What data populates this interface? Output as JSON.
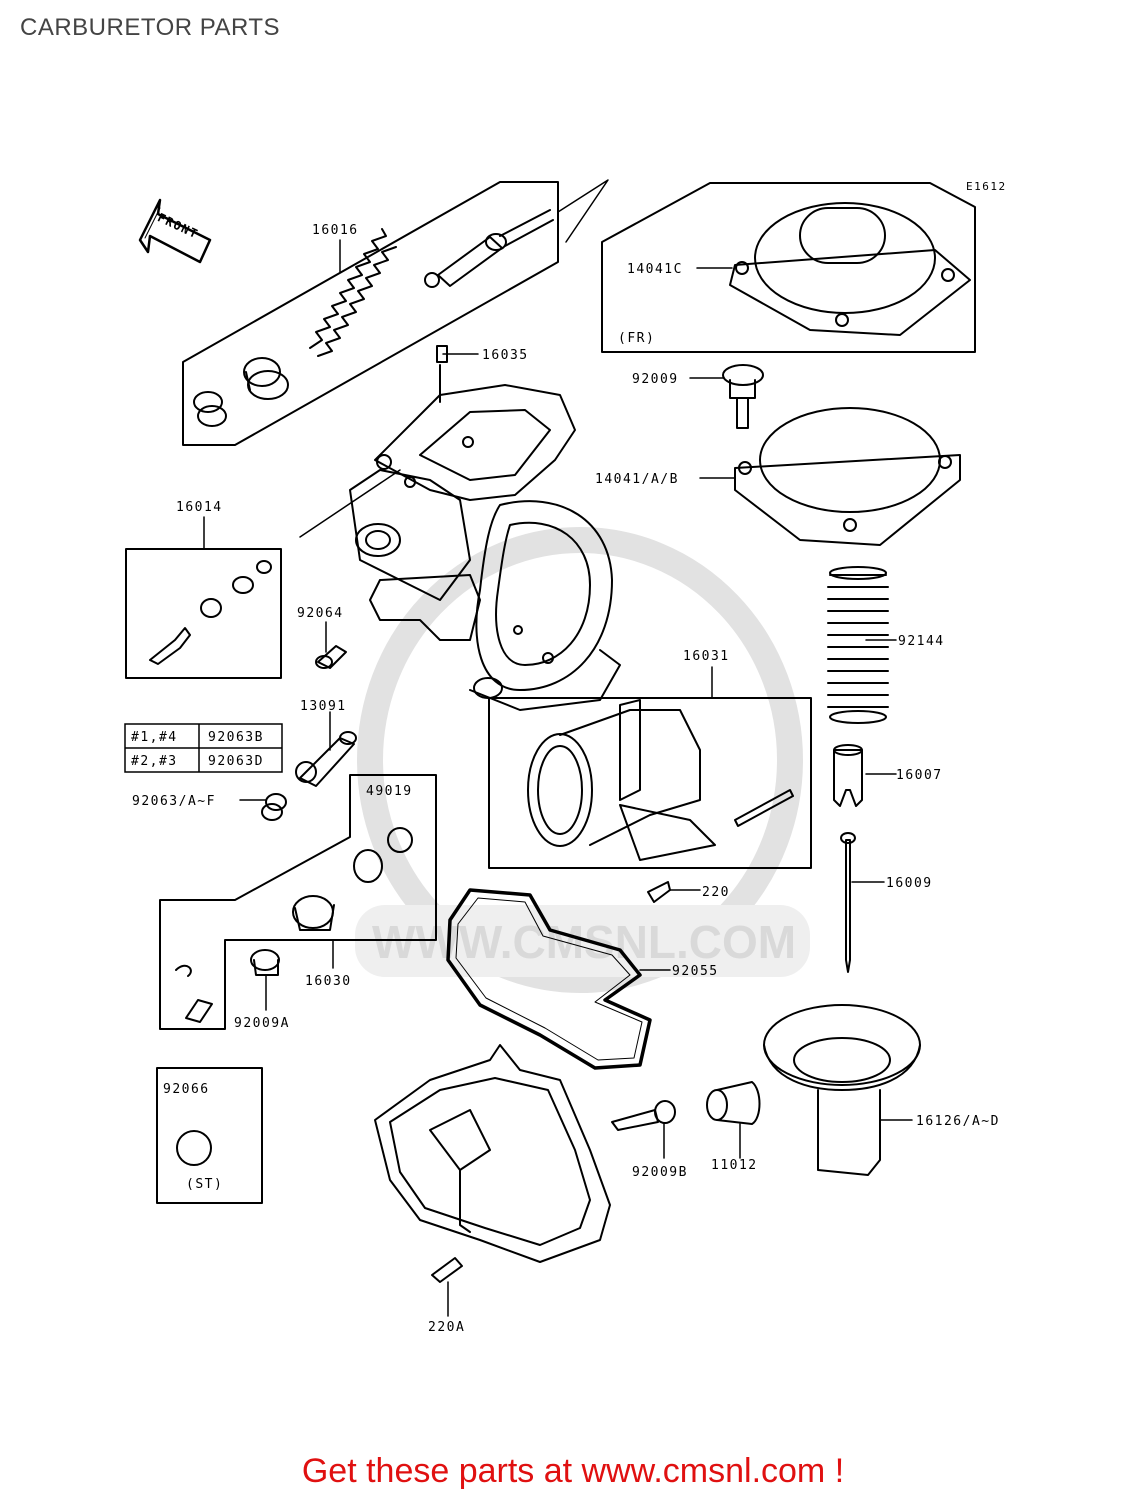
{
  "page_title": "CARBURETOR PARTS",
  "diagram_code": "E1612",
  "front_label": "FRONT",
  "watermark": "WWW.CMSNL.COM",
  "labels": {
    "p16016": "16016",
    "p16035": "16035",
    "p14041c": "14041C",
    "fr": "(FR)",
    "p92009": "92009",
    "p14041ab": "14041/A/B",
    "p16014": "16014",
    "p92064": "92064",
    "p13091": "13091",
    "p92063af": "92063/A~F",
    "p49019": "49019",
    "p16031": "16031",
    "p92144": "92144",
    "p16007": "16007",
    "p16009": "16009",
    "p220": "220",
    "p92055": "92055",
    "p16030": "16030",
    "p92009a": "92009A",
    "p92066": "92066",
    "st": "(ST)",
    "p16126": "16126/A~D",
    "p92009b": "92009B",
    "p11012": "11012",
    "p220a": "220A"
  },
  "jet_table": {
    "rows": [
      {
        "cyl": "#1,#4",
        "part": "92063B"
      },
      {
        "cyl": "#2,#3",
        "part": "92063D"
      }
    ]
  },
  "footer_text": "Get these parts at www.cmsnl.com !",
  "colors": {
    "footer": "#e01010",
    "watermark": "#d9d9d9",
    "line": "#000000"
  }
}
